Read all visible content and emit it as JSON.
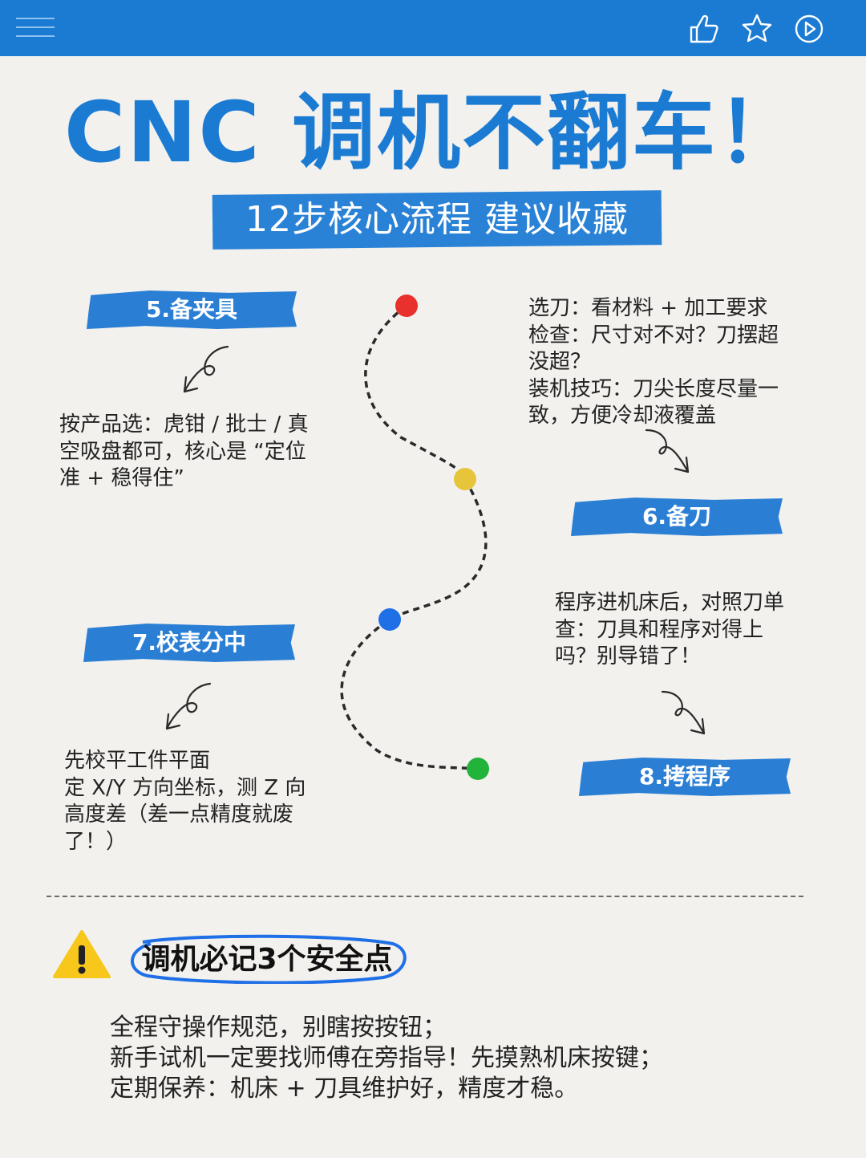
{
  "header": {
    "menu_icon": "menu-icon",
    "icons": [
      "thumbs-up-icon",
      "star-icon",
      "play-circle-icon"
    ],
    "accent_color": "#1b7bd3"
  },
  "title": "CNC 调机不翻车！",
  "subtitle": "12步核心流程  建议收藏",
  "steps": [
    {
      "label": "5.备夹具",
      "lines": [
        "按产品选：虎钳 / 批士 / 真",
        "空吸盘都可，核心是 “定位",
        "准 + 稳得住”"
      ]
    },
    {
      "label": "6.备刀",
      "lines": [
        "选刀：看材料 + 加工要求",
        "检查：尺寸对不对？刀摆超",
        "没超？",
        "装机技巧：刀尖长度尽量一",
        "致，方便冷却液覆盖"
      ]
    },
    {
      "label": "7.校表分中",
      "lines": [
        "先校平工件平面",
        "定 X/Y 方向坐标，测 Z 向",
        "高度差（差一点精度就废",
        "了！）"
      ]
    },
    {
      "label": "8.拷程序",
      "lines": [
        "程序进机床后，对照刀单",
        "查：刀具和程序对得上",
        "吗？别导错了！"
      ]
    }
  ],
  "path_dot_colors": [
    "#e8302d",
    "#e6c53a",
    "#1f6fe6",
    "#22b33b"
  ],
  "safety": {
    "icon": "warning-icon",
    "title": "调机必记3个安全点",
    "lines": [
      "全程守操作规范，别瞎按按钮；",
      "新手试机一定要找师傅在旁指导！先摸熟机床按键；",
      "定期保养：机床 + 刀具维护好，精度才稳。"
    ]
  }
}
